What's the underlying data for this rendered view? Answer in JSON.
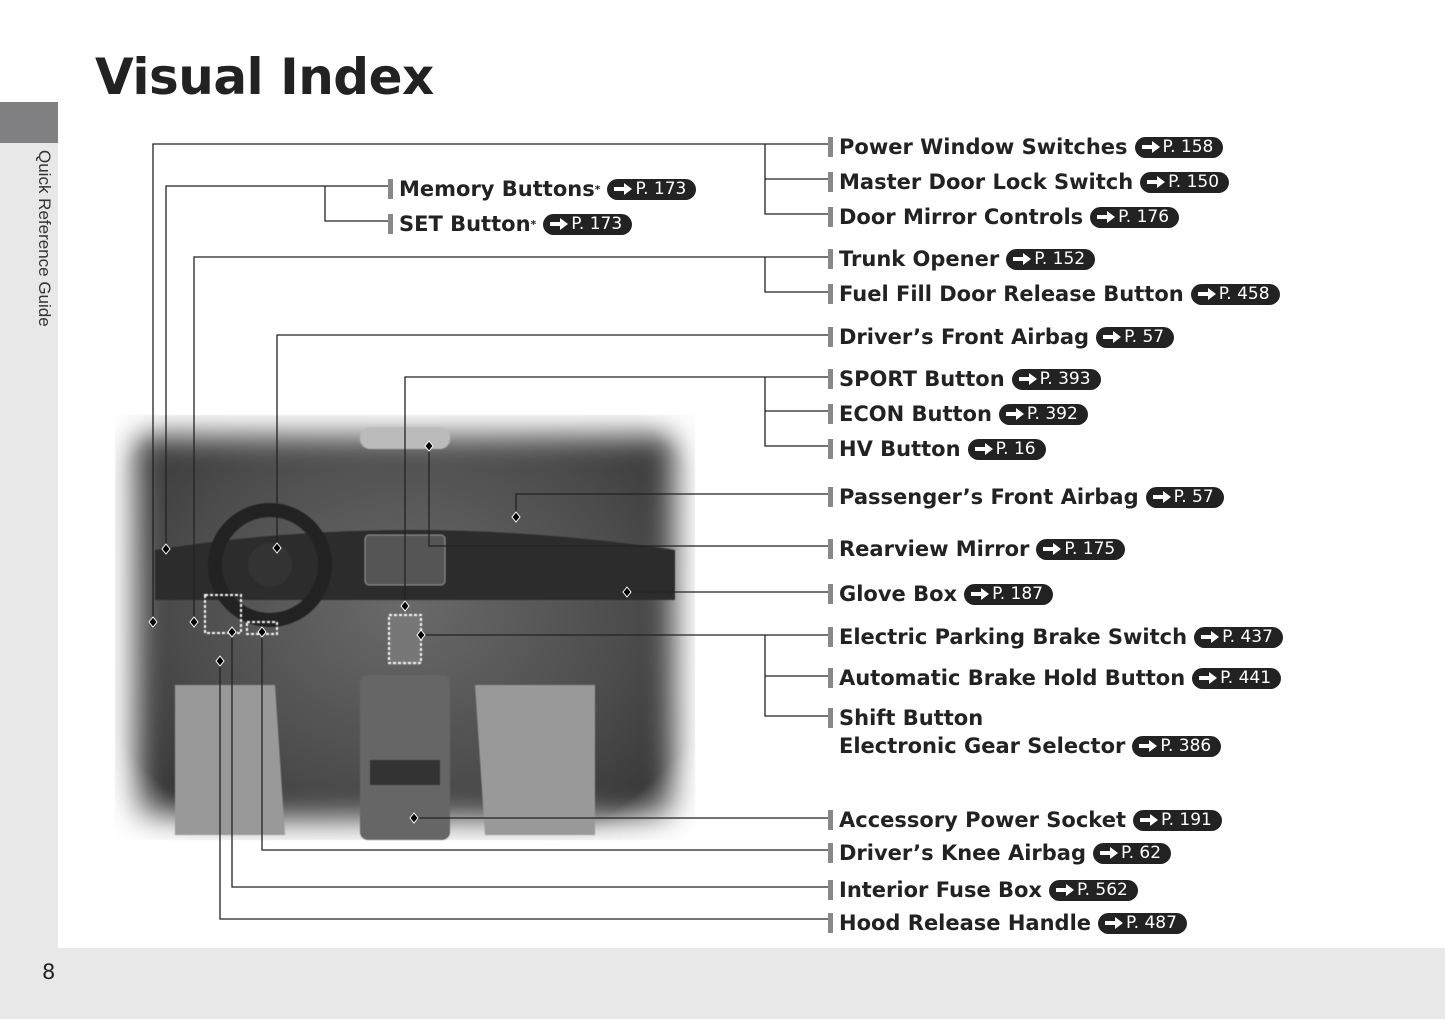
{
  "title": "Visual Index",
  "side_tab": "Quick Reference Guide",
  "page_number": "8",
  "labels": [
    {
      "id": "power-window",
      "text": "Power Window Switches",
      "ref": "P. 158"
    },
    {
      "id": "master-door-lock",
      "text": "Master Door Lock Switch",
      "ref": "P. 150"
    },
    {
      "id": "door-mirror",
      "text": "Door Mirror Controls",
      "ref": "P. 176"
    },
    {
      "id": "trunk-opener",
      "text": "Trunk Opener",
      "ref": "P. 152"
    },
    {
      "id": "fuel-fill",
      "text": "Fuel Fill Door Release Button",
      "ref": "P. 458"
    },
    {
      "id": "driver-airbag",
      "text": "Driver’s Front Airbag",
      "ref": "P. 57"
    },
    {
      "id": "sport",
      "text": "SPORT Button",
      "ref": "P. 393"
    },
    {
      "id": "econ",
      "text": "ECON Button",
      "ref": "P. 392"
    },
    {
      "id": "hv",
      "text": "HV Button",
      "ref": "P. 16"
    },
    {
      "id": "passenger-airbag",
      "text": "Passenger’s Front Airbag",
      "ref": "P. 57"
    },
    {
      "id": "rearview-mirror",
      "text": "Rearview Mirror",
      "ref": "P. 175"
    },
    {
      "id": "glove-box",
      "text": "Glove Box",
      "ref": "P. 187"
    },
    {
      "id": "epb",
      "text": "Electric Parking Brake Switch",
      "ref": "P. 437"
    },
    {
      "id": "brake-hold",
      "text": "Automatic Brake Hold Button",
      "ref": "P. 441"
    },
    {
      "id": "shift-button",
      "text": "Shift Button",
      "ref": ""
    },
    {
      "id": "gear-selector",
      "text": "Electronic Gear Selector",
      "ref": "P. 386"
    },
    {
      "id": "accessory-socket",
      "text": "Accessory Power Socket",
      "ref": "P. 191"
    },
    {
      "id": "knee-airbag",
      "text": "Driver’s Knee Airbag",
      "ref": "P. 62"
    },
    {
      "id": "fuse-box",
      "text": "Interior Fuse Box",
      "ref": "P. 562"
    },
    {
      "id": "hood-release",
      "text": "Hood Release Handle",
      "ref": "P. 487"
    },
    {
      "id": "memory",
      "text": "Memory Buttons",
      "ref": "P. 173",
      "asterisk": "*"
    },
    {
      "id": "set",
      "text": "SET Button",
      "ref": "P. 173",
      "asterisk": "*"
    }
  ]
}
